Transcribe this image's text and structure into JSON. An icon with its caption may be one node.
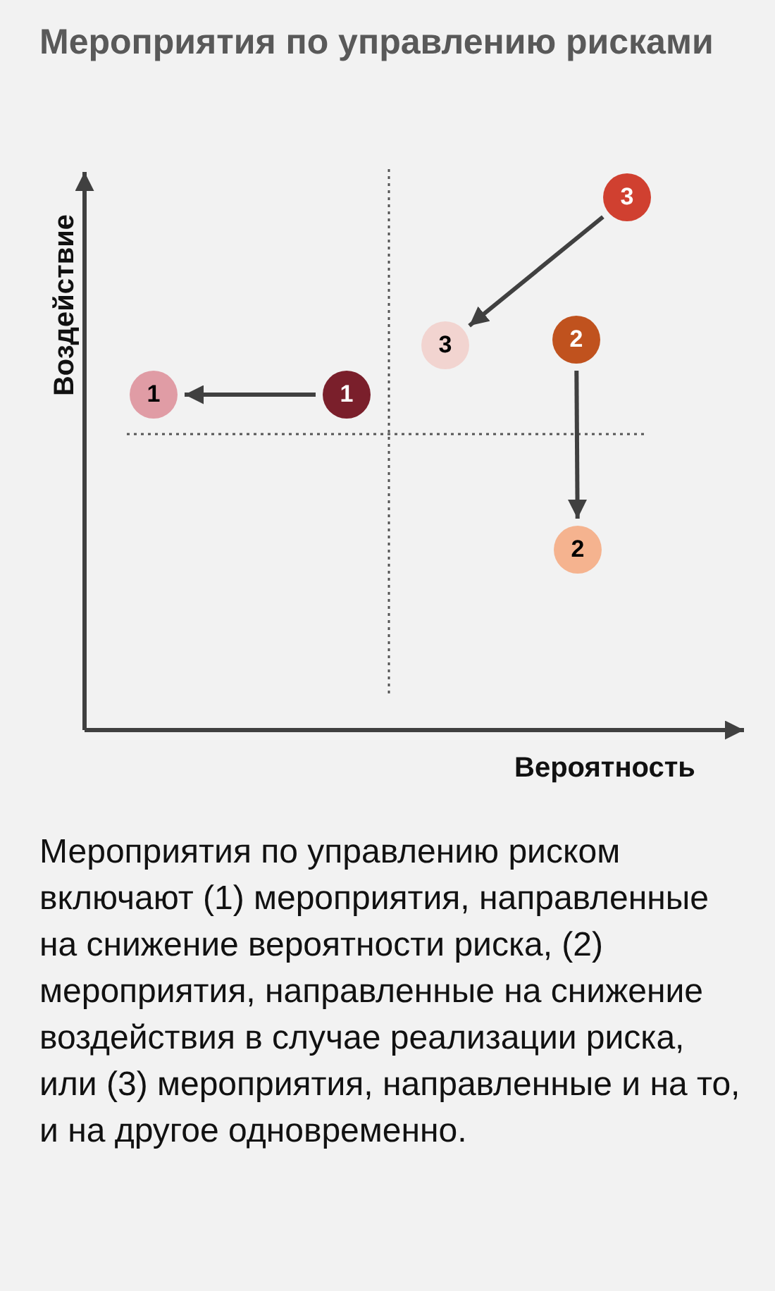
{
  "diagram": {
    "title": "Мероприятия по управлению рисками",
    "nodes": [
      {
        "text": [
          "3"
        ]
      },
      {
        "text": [
          "3"
        ]
      },
      {
        "text": [
          "2"
        ]
      },
      {
        "text": [
          "1"
        ]
      },
      {
        "text": [
          "1"
        ]
      },
      {
        "text": [
          "2"
        ]
      }
    ],
    "edges": [
      {
        "from": 0,
        "to": 1,
        "arrow": "to"
      },
      {
        "from": 4,
        "to": 3,
        "arrow": "to"
      },
      {
        "from": 2,
        "to": 5,
        "arrow": "to"
      }
    ],
    "labels": [
      "Воздействие",
      "Вероятность"
    ],
    "caption": "Мероприятия по управлению риском включают (1) мероприятия, направленные на снижение вероятности риска, (2) мероприятия, направленные на снижение воздействия в случае реализации риска, или (3) мероприятия, направленные и на то, и на другое одновременно."
  }
}
